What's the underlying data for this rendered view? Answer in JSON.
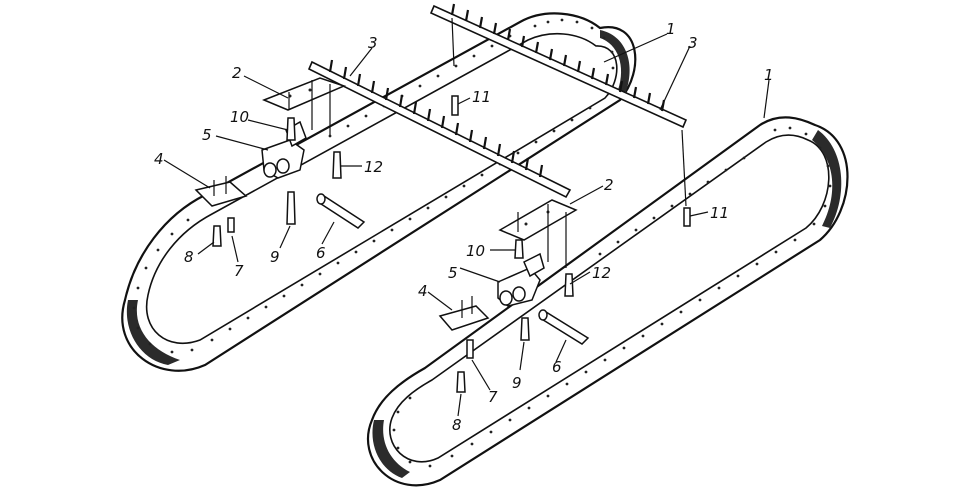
{
  "labels": {
    "belt_left": "1",
    "belt_right": "1",
    "plate_left": "2",
    "plate_right": "2",
    "bar_left": "3",
    "bar_right": "3",
    "bracket_left": "4",
    "bracket_right": "4",
    "hinge_left": "5",
    "hinge_right": "5",
    "pin_left": "6",
    "pin_right": "6",
    "bolt7_left": "7",
    "bolt7_right": "7",
    "bolt8_left": "8",
    "bolt8_right": "8",
    "bolt9_left": "9",
    "bolt9_right": "9",
    "bolt10_left": "10",
    "bolt10_right": "10",
    "bolt11_left": "11",
    "bolt11_right": "11",
    "bolt12_left": "12",
    "bolt12_right": "12"
  }
}
